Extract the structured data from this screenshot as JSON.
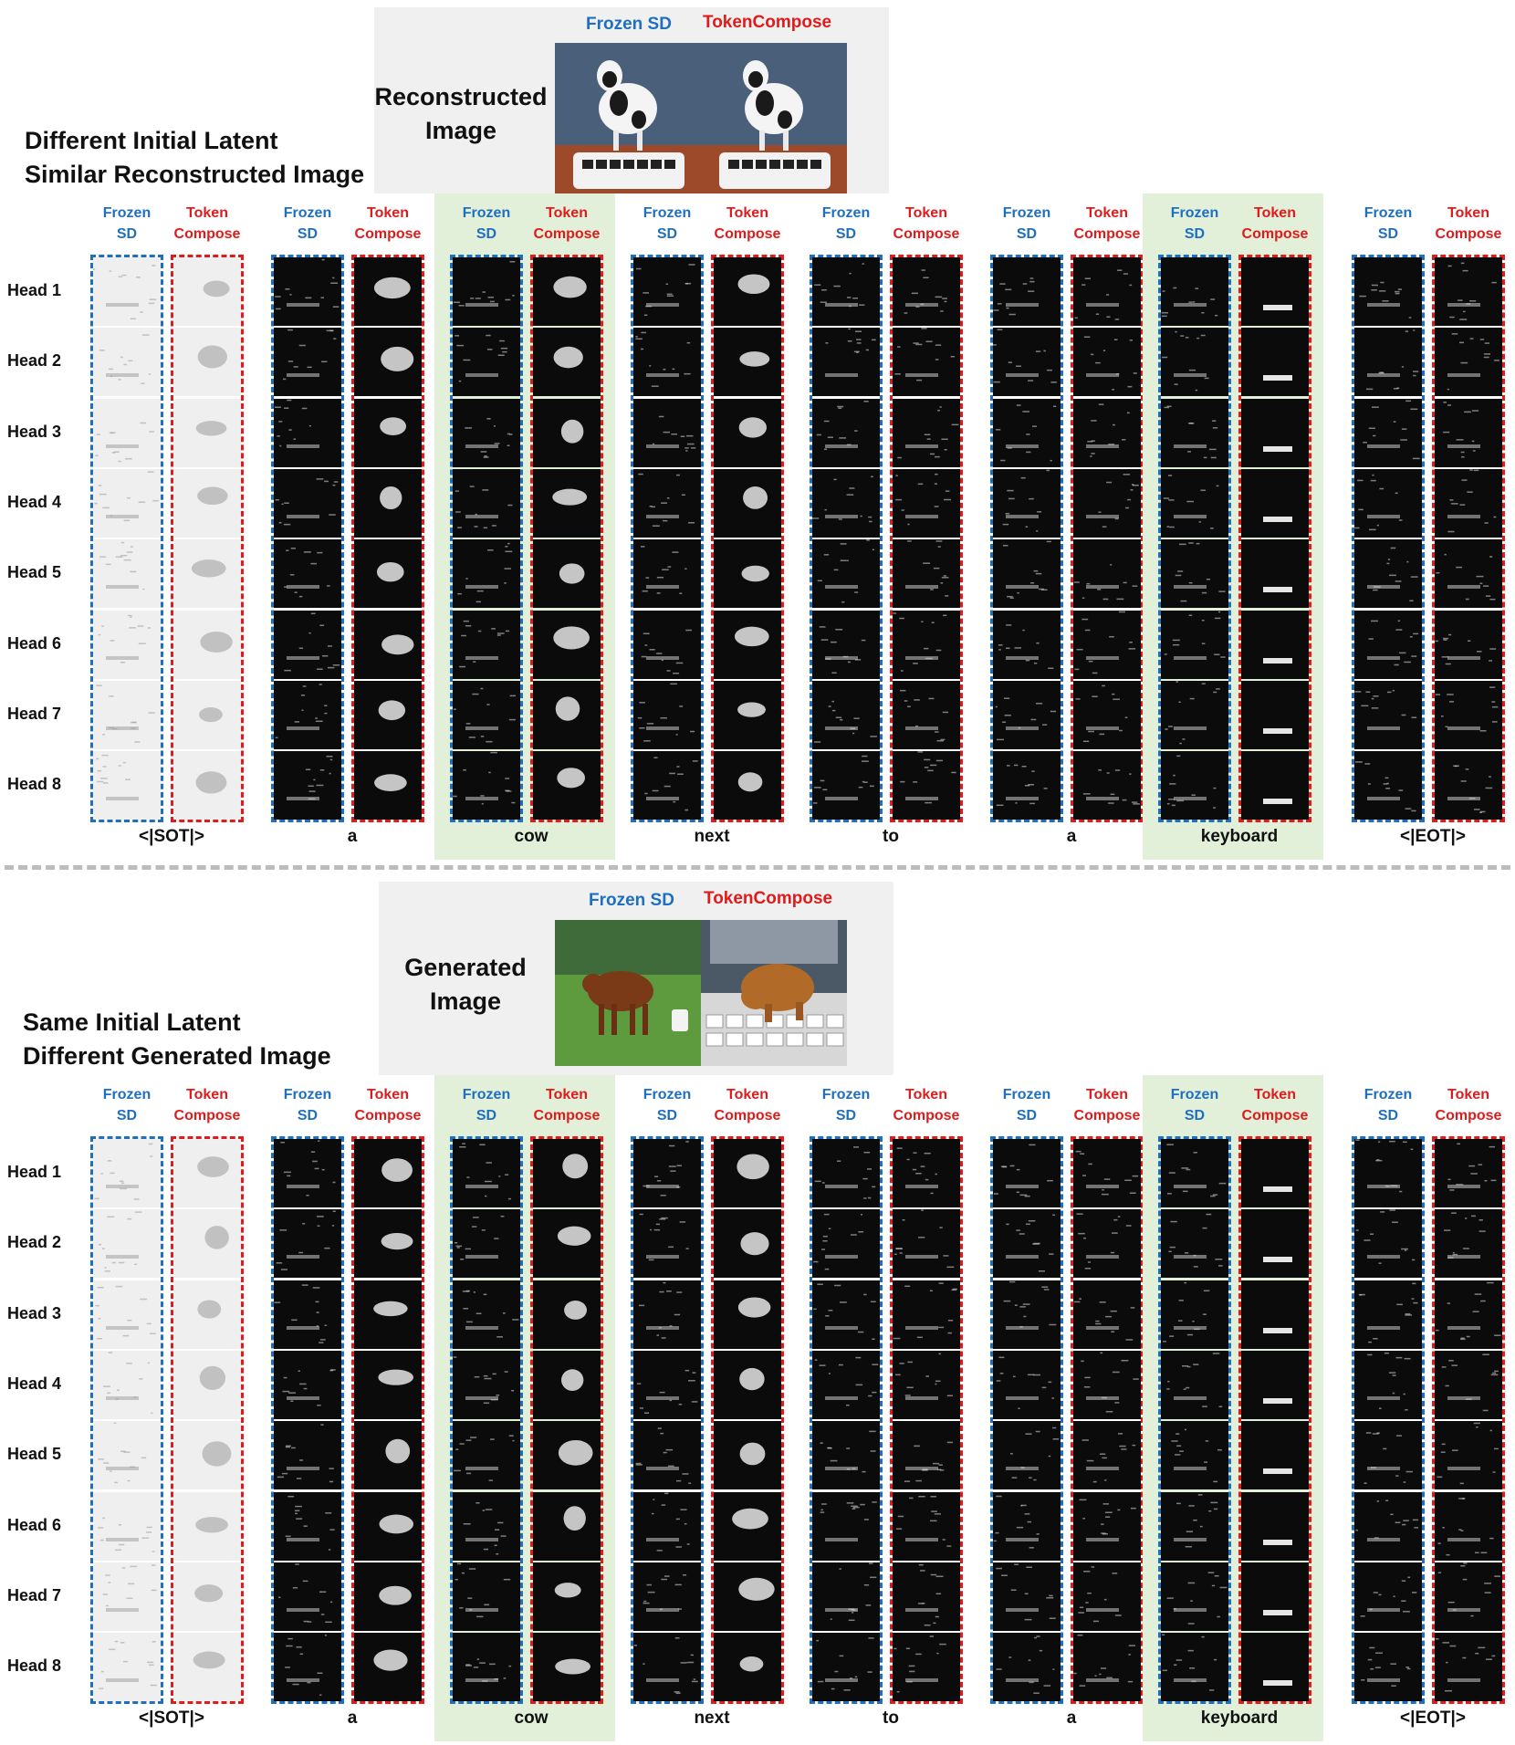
{
  "top": {
    "heading": [
      "Different Initial Latent",
      "Similar Reconstructed Image"
    ],
    "image_label": [
      "Reconstructed",
      "Image"
    ]
  },
  "bottom": {
    "heading": [
      "Same Initial Latent",
      "Different Generated Image"
    ],
    "image_label": [
      "Generated",
      "Image"
    ]
  },
  "models": {
    "frozen": "Frozen SD",
    "token": "TokenCompose",
    "frozen_col": [
      "Frozen",
      "SD"
    ],
    "token_col": [
      "Token",
      "Compose"
    ]
  },
  "tokens": [
    "<|SOT|>",
    "a",
    "cow",
    "next",
    "to",
    "a",
    "keyboard",
    "<|EOT|>"
  ],
  "highlighted_tokens": [
    2,
    6
  ],
  "heads": [
    "Head 1",
    "Head 2",
    "Head 3",
    "Head 4",
    "Head 5",
    "Head 6",
    "Head 7",
    "Head 8"
  ],
  "colors": {
    "frozen": "#1f6fc0",
    "token": "#e01b1b",
    "highlight": "#e2efd9",
    "panel": "#f0f0f0"
  }
}
